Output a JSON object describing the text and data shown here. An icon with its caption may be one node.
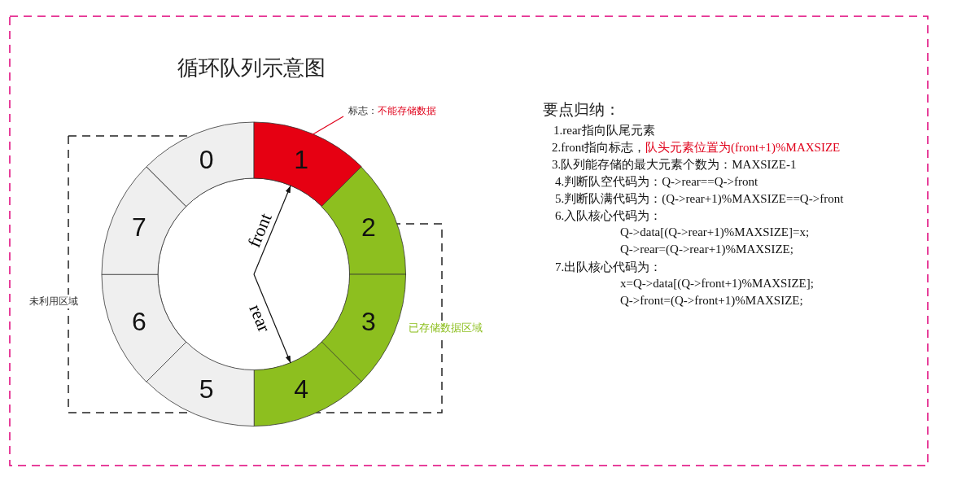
{
  "diagram": {
    "title": "循环队列示意图",
    "nodes": [
      {
        "text": [
          "0"
        ]
      },
      {
        "text": [
          "1"
        ]
      },
      {
        "text": [
          "2"
        ]
      },
      {
        "text": [
          "3"
        ]
      },
      {
        "text": [
          "4"
        ]
      },
      {
        "text": [
          "5"
        ]
      },
      {
        "text": [
          "6"
        ]
      },
      {
        "text": [
          "7"
        ]
      },
      {
        "text": [
          "标志：",
          "不能存储数据"
        ]
      }
    ],
    "edges": [
      {
        "from": null,
        "to": 1,
        "arrow": "to",
        "label": "front"
      },
      {
        "from": null,
        "to": 4,
        "arrow": "to",
        "label": "rear"
      },
      {
        "from": 8,
        "to": 1,
        "arrow": "none",
        "color": "#e0001a"
      }
    ],
    "labels": [
      "未利用区域",
      "已存储数据区域",
      "要点归纳：",
      "1.rear指向队尾元素",
      "2.front指向标志，",
      "队头元素位置为(front+1)%MAXSIZE",
      "3.队列能存储的最大元素个数为：MAXSIZE-1",
      "4.判断队空代码为：Q->rear==Q->front",
      "5.判断队满代码为：(Q->rear+1)%MAXSIZE==Q->front",
      "6.入队核心代码为：",
      "Q->data[(Q->rear+1)%MAXSIZE]=x;",
      "Q->rear=(Q->rear+1)%MAXSIZE;",
      "7.出队核心代码为：",
      "x=Q->data[(Q->front+1)%MAXSIZE];",
      "Q->front=(Q->front+1)%MAXSIZE;"
    ]
  }
}
